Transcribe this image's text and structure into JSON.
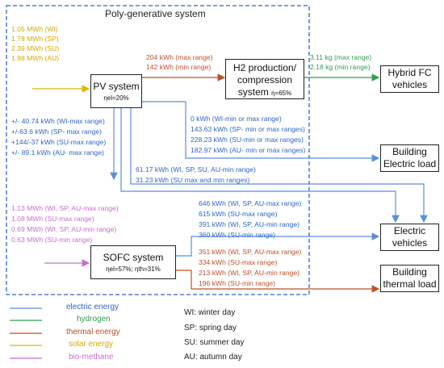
{
  "colors": {
    "electric": "#5a8fdc",
    "hydrogen": "#2f9e4f",
    "thermal": "#c0502a",
    "solar": "#e0b400",
    "biomethane": "#c86fd0",
    "dash": "#2f66c8"
  },
  "title": "Poly-generative system",
  "solar_inputs": [
    "1.05 MWh (WI)",
    "1.78 MWh (SP)",
    "2.39 MWh (SU)",
    "1.98 MWh (AU)"
  ],
  "pv": {
    "name": "PV system",
    "eta": "ηel=20%"
  },
  "h2": {
    "line1": "H2 production/",
    "line2": "compression",
    "line3": "system",
    "eta": "η=65%"
  },
  "thermal_to_h2": [
    "204 kWh (max range)",
    "142 kWh (min range)"
  ],
  "h2_outputs": [
    "3.11 kg (max range)",
    "2.18 kg (min range)"
  ],
  "hybrid_fc": {
    "line1": "Hybrid FC",
    "line2": "vehicles"
  },
  "pv_to_building": [
    "0 kWh (WI-min or max range)",
    "143.63 kWh (SP- min or max ranges)",
    "228.23 kWh (SU-min or max ranges)",
    "182.97 kWh (AU- min or max ranges)"
  ],
  "building_elec": {
    "line1": "Building",
    "line2": "Electric load"
  },
  "grid_exchange": [
    "+/- 40.74 kWh (WI-max range)",
    "+/-63.6 kWh (SP- max range)",
    "+144/-37 kWh (SU-max range)",
    "+/- 89.1 kWh (AU- max range)"
  ],
  "pv_to_ev": [
    "61.17 kWh (WI, SP, SU, AU-min range)",
    "31.23 kWh (SU max and min ranges)"
  ],
  "bio_inputs": [
    "1.13 MWh (WI, SP, AU-max range)",
    "1.08 MWh (SU-max range)",
    "0.69 MWh (WI, SP, AU-min range)",
    "0.63 MWh (SU-min range)"
  ],
  "sofc_to_ev": [
    "646 kWh (WI, SP, AU-max range)",
    "615 kWh (SU-max range)",
    "391 kWh (WI, SP, AU-min range)",
    "360 kWh (SU-min range)"
  ],
  "ev": {
    "line1": "Electric",
    "line2": "vehicles"
  },
  "sofc": {
    "name": "SOFC system",
    "eta": "ηel=57%; ηth=31%"
  },
  "sofc_to_thermal": [
    "351 kWh (WI, SP, AU-max range)",
    "334 kWh (SU-max range)",
    "213 kWh (WI, SP, AU-min range)",
    "196 kWh (SU-min range)"
  ],
  "building_thermal": {
    "line1": "Building",
    "line2": "thermal load"
  },
  "legend": [
    "electric energy",
    "hydrogen",
    "thermal energy",
    "solar energy",
    "bio-methane"
  ],
  "abbreviations": [
    "WI: winter day",
    "SP: spring day",
    "SU: summer day",
    "AU: autumn day"
  ]
}
